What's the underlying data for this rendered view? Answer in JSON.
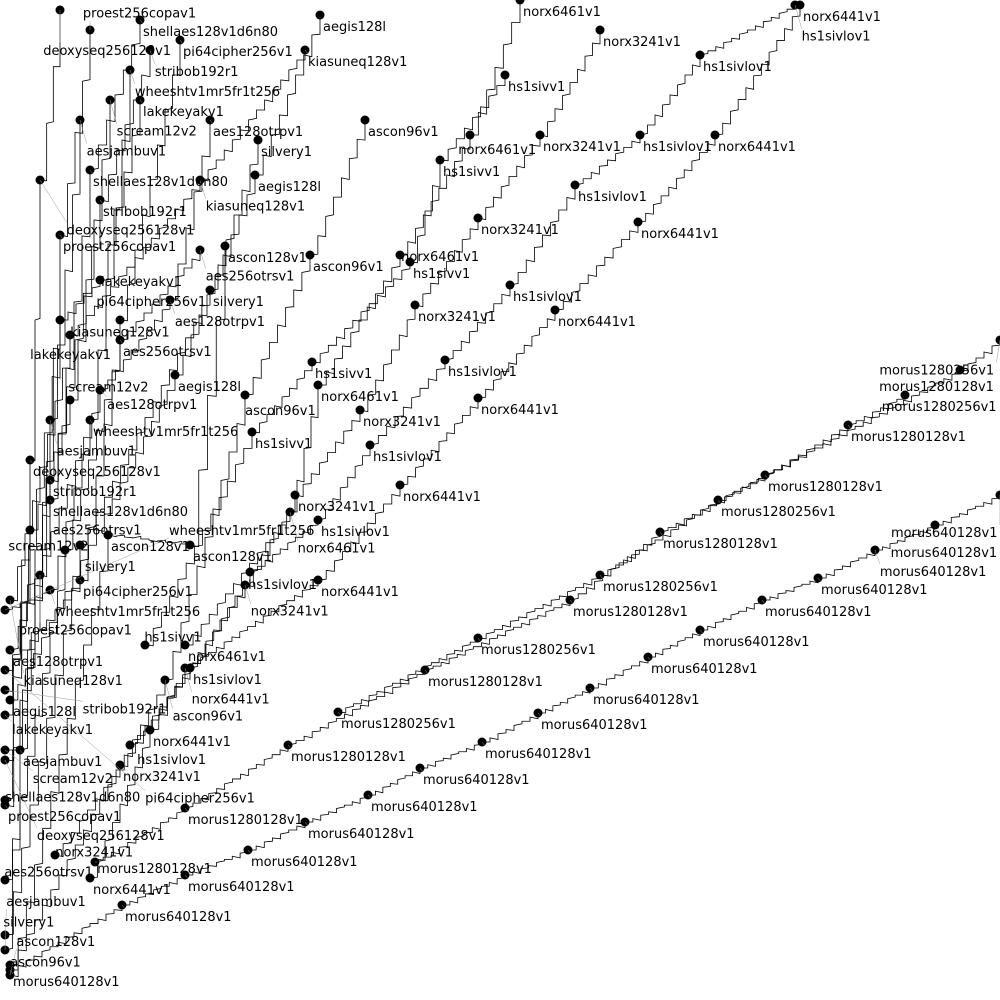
{
  "chart_data": {
    "type": "line",
    "title": "",
    "xlabel": "",
    "ylabel": "",
    "xlim": [
      0,
      100
    ],
    "ylim": [
      0,
      100
    ],
    "grid": false,
    "legend": "none (inline point labels)",
    "series": [
      {
        "name": "morus640128v1",
        "points": [
          [
            1,
            3
          ],
          [
            12.2,
            9.5
          ],
          [
            18.5,
            12.5
          ],
          [
            24.8,
            15
          ],
          [
            30.5,
            17.8
          ],
          [
            36.8,
            20.5
          ],
          [
            42,
            23.2
          ],
          [
            48.2,
            25.8
          ],
          [
            53.8,
            28.7
          ],
          [
            59,
            31.2
          ],
          [
            64.8,
            34.3
          ],
          [
            70,
            37
          ],
          [
            76.2,
            40
          ],
          [
            81.8,
            42.2
          ],
          [
            87.5,
            45
          ],
          [
            93.5,
            47.5
          ],
          [
            100,
            50.5
          ]
        ]
      },
      {
        "name": "morus1280128v1",
        "points": [
          [
            9.5,
            13.8
          ],
          [
            18.5,
            19.2
          ],
          [
            28.8,
            25.5
          ],
          [
            42.5,
            33
          ],
          [
            57,
            40
          ],
          [
            66,
            46.8
          ],
          [
            76.5,
            52.5
          ],
          [
            84.8,
            57.5
          ],
          [
            90.5,
            60.5
          ]
        ]
      },
      {
        "name": "morus1280256v1",
        "points": [
          [
            33.8,
            28.8
          ],
          [
            47.8,
            36.2
          ],
          [
            60,
            42.5
          ],
          [
            71.8,
            50
          ],
          [
            96,
            63
          ],
          [
            100,
            66
          ]
        ]
      },
      {
        "name": "norx6441v1",
        "points": [
          [
            9,
            12.2
          ],
          [
            15,
            27
          ],
          [
            18.5,
            33.2
          ],
          [
            31.8,
            42
          ],
          [
            40,
            51.5
          ],
          [
            47.8,
            60.2
          ],
          [
            55.5,
            69
          ],
          [
            63.8,
            77.8
          ],
          [
            71.5,
            86.5
          ],
          [
            80,
            99.5
          ]
        ]
      },
      {
        "name": "norx3241v1",
        "points": [
          [
            5.5,
            14.5
          ],
          [
            12,
            23.5
          ],
          [
            24.5,
            41.5
          ],
          [
            29.5,
            50.5
          ],
          [
            36,
            59
          ],
          [
            41.5,
            69.5
          ],
          [
            47.8,
            78.2
          ],
          [
            54,
            86.5
          ],
          [
            60,
            97
          ]
        ]
      },
      {
        "name": "norx6461v1",
        "points": [
          [
            18.5,
            35.5
          ],
          [
            29,
            48.8
          ],
          [
            31.8,
            61.5
          ],
          [
            40,
            74.5
          ],
          [
            47,
            86.5
          ],
          [
            52,
            100
          ]
        ]
      },
      {
        "name": "hs1sivlov1",
        "points": [
          [
            13,
            25.5
          ],
          [
            19,
            33.2
          ],
          [
            25,
            42.8
          ],
          [
            31.8,
            48
          ],
          [
            37,
            55.5
          ],
          [
            44.5,
            64
          ],
          [
            51,
            71.5
          ],
          [
            57.5,
            81.5
          ],
          [
            64,
            86.5
          ],
          [
            70,
            94.5
          ],
          [
            79.5,
            99.5
          ]
        ]
      },
      {
        "name": "hs1sivv1",
        "points": [
          [
            14.5,
            35.5
          ],
          [
            25.2,
            56.8
          ],
          [
            31.2,
            63.8
          ],
          [
            41,
            73.8
          ],
          [
            44,
            84
          ],
          [
            50.5,
            92.5
          ]
        ]
      },
      {
        "name": "ascon96v1",
        "points": [
          [
            1,
            3.5
          ],
          [
            16.5,
            32
          ],
          [
            24.5,
            60.5
          ],
          [
            31,
            74.5
          ],
          [
            36.5,
            88
          ]
        ]
      },
      {
        "name": "ascon128v1",
        "points": [
          [
            1,
            2.5
          ],
          [
            10.8,
            46.5
          ],
          [
            19,
            45.5
          ],
          [
            22.5,
            75.4
          ]
        ]
      },
      {
        "name": "aegis128l",
        "points": [
          [
            1,
            30
          ],
          [
            17.5,
            62.5
          ],
          [
            25.5,
            82.5
          ],
          [
            32,
            98.5
          ]
        ]
      },
      {
        "name": "aes128otrpv1",
        "points": [
          [
            1,
            35
          ],
          [
            10,
            61
          ],
          [
            17,
            70
          ],
          [
            21,
            88
          ]
        ]
      },
      {
        "name": "kiasuneq128v1",
        "points": [
          [
            1,
            40
          ],
          [
            7,
            66.5
          ],
          [
            20,
            82
          ],
          [
            30.5,
            95
          ]
        ]
      },
      {
        "name": "silvery1",
        "points": [
          [
            0.5,
            6.5
          ],
          [
            8,
            45.5
          ],
          [
            21,
            71
          ],
          [
            25.8,
            86
          ]
        ]
      },
      {
        "name": "proest256copav1",
        "points": [
          [
            0.5,
            19.5
          ],
          [
            4,
            42.5
          ],
          [
            6,
            76.5
          ],
          [
            9,
            97
          ]
        ]
      },
      {
        "name": "lakekeyakv1",
        "points": [
          [
            0.5,
            28.5
          ],
          [
            6,
            68
          ],
          [
            10,
            72
          ],
          [
            14,
            90
          ]
        ]
      },
      {
        "name": "shellaes128v1d6n80",
        "points": [
          [
            0.5,
            20
          ],
          [
            5,
            50
          ],
          [
            9,
            83
          ],
          [
            14,
            98
          ]
        ]
      },
      {
        "name": "deoxyseq256128v1",
        "points": [
          [
            0.5,
            24
          ],
          [
            3,
            54
          ],
          [
            4,
            82
          ],
          [
            6,
            99
          ]
        ]
      },
      {
        "name": "aes256otrsv1",
        "points": [
          [
            0.5,
            12
          ],
          [
            6.5,
            45
          ],
          [
            12,
            66
          ],
          [
            20,
            75
          ]
        ]
      },
      {
        "name": "stribob192r1",
        "points": [
          [
            0.5,
            31
          ],
          [
            5,
            52
          ],
          [
            10,
            80
          ],
          [
            15,
            95
          ]
        ]
      },
      {
        "name": "scream12v2",
        "points": [
          [
            0.5,
            25
          ],
          [
            3,
            47
          ],
          [
            7,
            60
          ],
          [
            11,
            90
          ]
        ]
      },
      {
        "name": "aesjambuv1",
        "points": [
          [
            0.5,
            5
          ],
          [
            2,
            25
          ],
          [
            5,
            58
          ],
          [
            8,
            88
          ]
        ]
      },
      {
        "name": "pi64cipher256v1",
        "points": [
          [
            0.5,
            33
          ],
          [
            8,
            42
          ],
          [
            12,
            68
          ],
          [
            18,
            96
          ]
        ]
      },
      {
        "name": "wheeshtv1mr5fr1t256",
        "points": [
          [
            0.5,
            39
          ],
          [
            5,
            41
          ],
          [
            9,
            58
          ],
          [
            13,
            93
          ]
        ]
      }
    ]
  }
}
